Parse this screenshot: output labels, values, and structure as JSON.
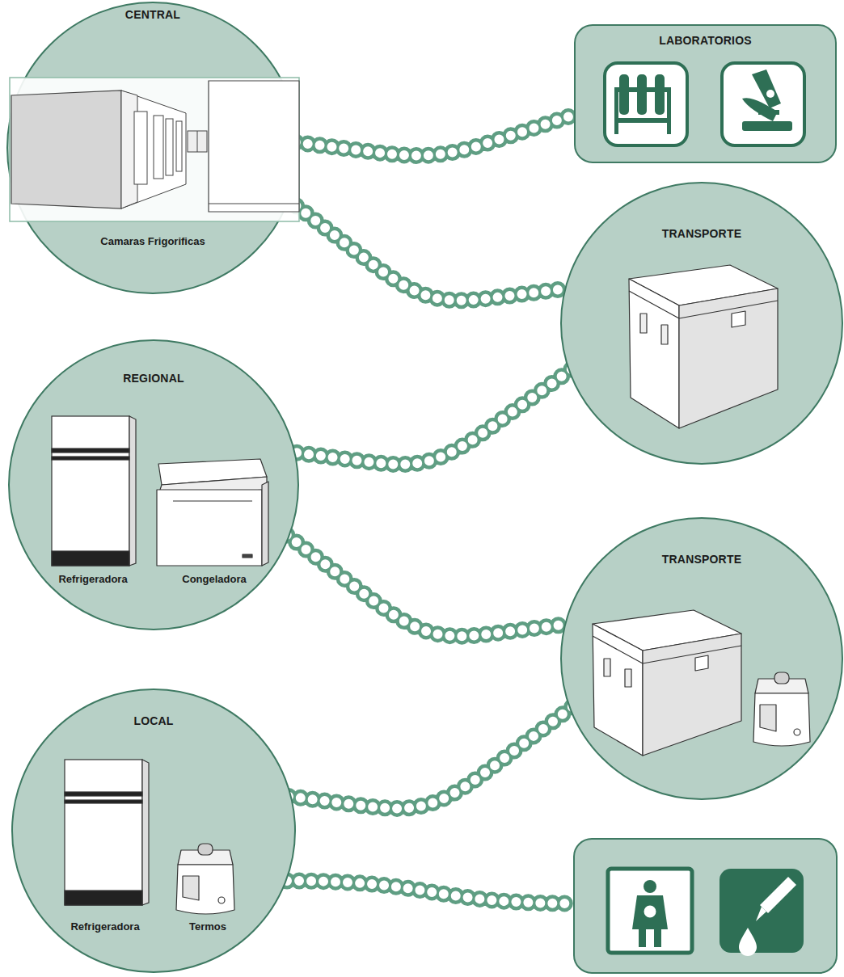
{
  "diagram": {
    "nodes": [
      {
        "text": [
          "CENTRAL",
          "Camaras Frigorificas"
        ]
      },
      {
        "text": [
          "LABORATORIOS"
        ]
      },
      {
        "text": [
          "TRANSPORTE"
        ]
      },
      {
        "text": [
          "REGIONAL",
          "Refrigeradora",
          "Congeladora"
        ]
      },
      {
        "text": [
          "TRANSPORTE"
        ]
      },
      {
        "text": [
          "LOCAL",
          "Refrigeradora",
          "Termos"
        ]
      }
    ],
    "edges": [
      {
        "from": 0,
        "to": 1,
        "arrow": "none"
      },
      {
        "from": 0,
        "to": 2,
        "arrow": "none"
      },
      {
        "from": 2,
        "to": 3,
        "arrow": "none"
      },
      {
        "from": 3,
        "to": 4,
        "arrow": "none"
      },
      {
        "from": 4,
        "to": 5,
        "arrow": "none"
      }
    ]
  }
}
